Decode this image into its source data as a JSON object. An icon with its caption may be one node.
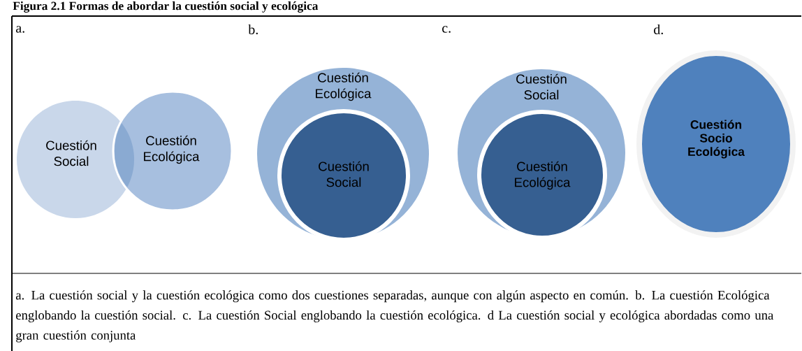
{
  "diagram": {
    "title": "Figura 2.1 Formas de abordar la cuestión social y ecológica",
    "caption": "a. La cuestión social y la cuestión ecológica como dos cuestiones separadas, aunque con algún aspecto en común. b. La cuestión Ecológica englobando la cuestión social. c. La cuestión Social englobando la cuestión ecológica. d La cuestión social y ecológica abordadas como una gran cuestión conjunta",
    "nodes": [
      {
        "text": [
          "Cuestión Social"
        ]
      },
      {
        "text": [
          "Cuestión Ecológica"
        ]
      },
      {
        "text": [
          "Cuestión Ecológica"
        ]
      },
      {
        "text": [
          "Cuestión Social"
        ],
        "in": 2
      },
      {
        "text": [
          "Cuestión Social"
        ]
      },
      {
        "text": [
          "Cuestión Ecológica"
        ],
        "in": 4
      },
      {
        "text": [
          "Cuestión Socio Ecológica"
        ]
      }
    ],
    "labels": [
      "a.",
      "b.",
      "c.",
      "d."
    ]
  }
}
